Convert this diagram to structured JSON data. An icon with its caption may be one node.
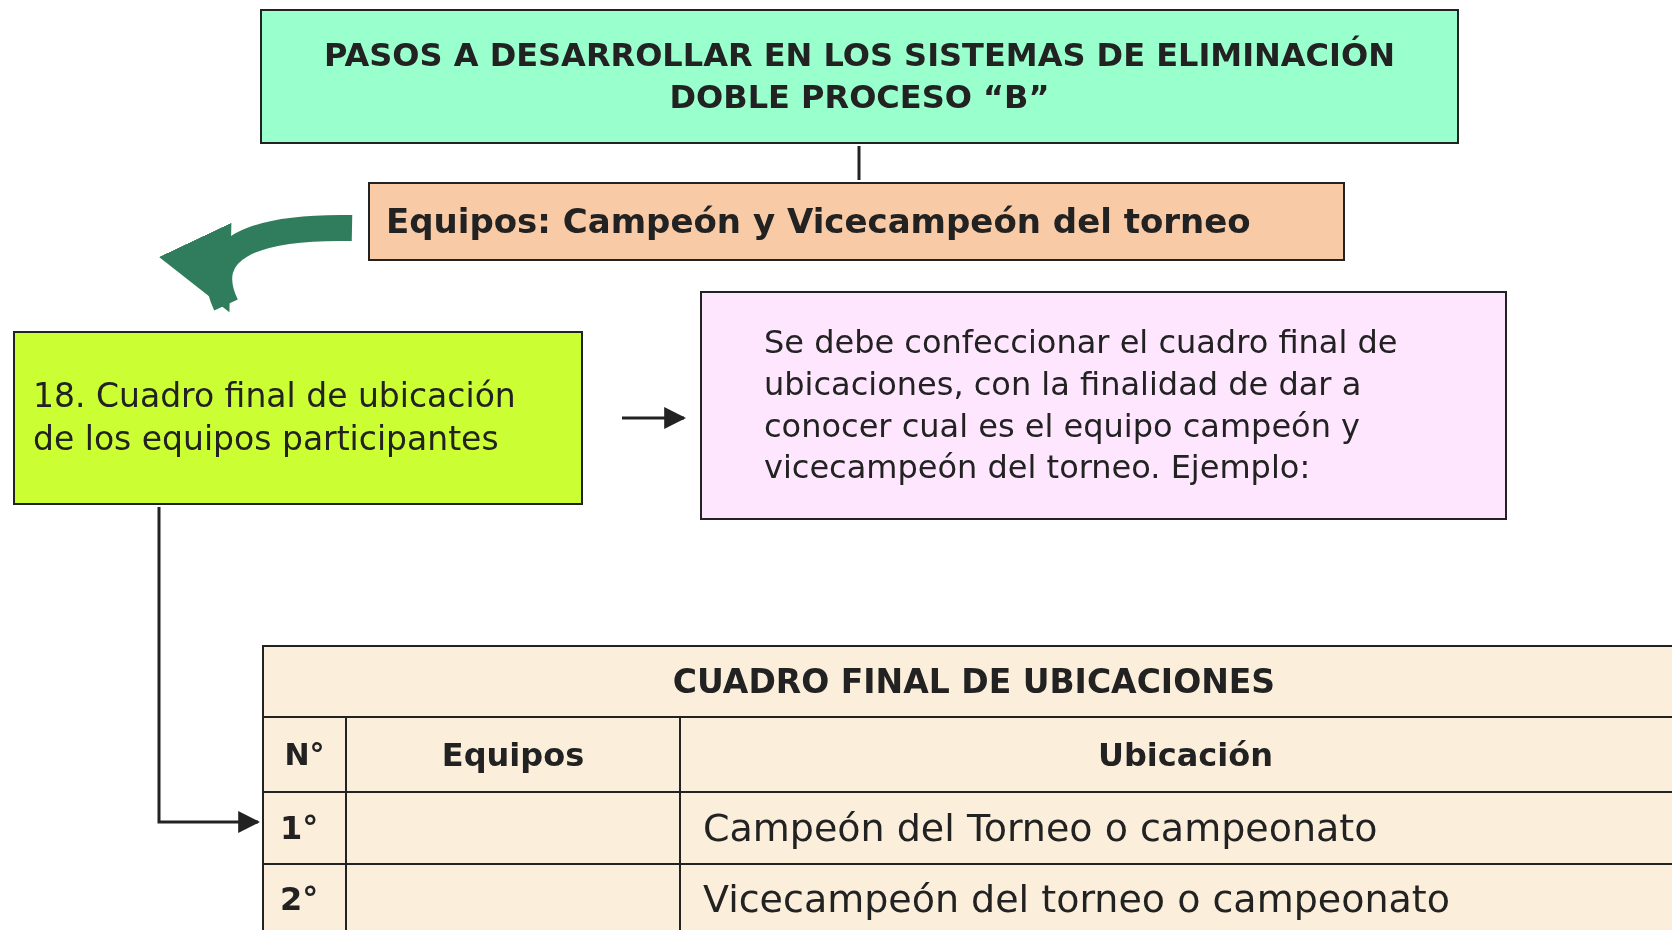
{
  "diagram": {
    "nodes": [
      {
        "text": [
          "PASOS A DESARROLLAR EN LOS SISTEMAS DE ELIMINACIÓN DOBLE PROCESO “B”"
        ]
      },
      {
        "text": [
          "Equipos: Campeón y Vicecampeón del torneo"
        ]
      },
      {
        "text": [
          "18. Cuadro final de ubicación de los equipos participantes"
        ]
      },
      {
        "text": [
          "Se debe confeccionar el cuadro final de ubicaciones, con la finalidad de dar a conocer cual es el equipo campeón y vicecampeón del torneo. Ejemplo:"
        ]
      },
      {
        "text": [
          "CUADRO FINAL DE UBICACIONES"
        ]
      }
    ],
    "edges": [
      {
        "from": 0,
        "to": 1,
        "arrow": "none"
      },
      {
        "from": 1,
        "to": 2,
        "arrow": "to",
        "style": "thick",
        "color": "#2f7d5c"
      },
      {
        "from": 2,
        "to": 3,
        "arrow": "to"
      },
      {
        "from": 2,
        "to": 4,
        "arrow": "to"
      }
    ],
    "labels": [
      "N°",
      "Equipos",
      "Ubicación",
      "1°",
      "Campeón del Torneo o campeonato",
      "2°",
      "Vicecampeón del torneo o campeonato"
    ]
  }
}
